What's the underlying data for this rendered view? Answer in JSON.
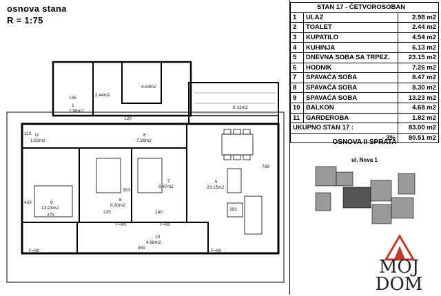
{
  "header": {
    "title": "osnova stana",
    "scale": "R = 1:75"
  },
  "table": {
    "heading": "STAN 17 - ČETVOROSOBAN",
    "rooms": [
      {
        "n": "1",
        "name": "ULAZ",
        "area": "2.98 m2"
      },
      {
        "n": "2",
        "name": "TOALET",
        "area": "2.44 m2"
      },
      {
        "n": "3",
        "name": "KUPATILO",
        "area": "4.54 m2"
      },
      {
        "n": "4",
        "name": "KUHINJA",
        "area": "6.13 m2"
      },
      {
        "n": "5",
        "name": "DNEVNA SOBA SA TRPEZ.",
        "area": "23.15 m2"
      },
      {
        "n": "6",
        "name": "HODNIK",
        "area": "7.26 m2"
      },
      {
        "n": "7",
        "name": "SPAVAĆA SOBA",
        "area": "8.47 m2"
      },
      {
        "n": "8",
        "name": "SPAVAĆA SOBA",
        "area": "8.30 m2"
      },
      {
        "n": "9",
        "name": "SPAVAĆA SOBA",
        "area": "13.23 m2"
      },
      {
        "n": "10",
        "name": "BALKON",
        "area": "4.68 m2"
      },
      {
        "n": "11",
        "name": "GARDEROBA",
        "area": "1.82 m2"
      }
    ],
    "total_label": "UKUPNO STAN 17 :",
    "total_area": "83.00 m2",
    "reduced_label": "- 3%",
    "reduced_area": "80.51 m2"
  },
  "keyplan": {
    "title": "OSNOVA II SPRATA",
    "street": "ul. Nova 1"
  },
  "logo": {
    "line1": "MOJ",
    "line2": "DOM",
    "accent": "#c0392b"
  },
  "plan_labels": {
    "r1_num": "1",
    "r1_area": "2.98m2",
    "r2_area": "2.44m2",
    "r3_area": "4.54m2",
    "r4_area": "6.13m2",
    "r5_num": "5",
    "r5_area": "23.15m2",
    "r6_num": "6",
    "r6_area": "7.26m2",
    "r7_num": "7",
    "r7_area": "8.47m2",
    "r8_num": "8",
    "r8_area": "8.30m2",
    "r9_num": "9",
    "r9_area": "13.23m2",
    "r10_num": "10",
    "r10_area": "4.68m2",
    "r11_num": "11",
    "r11_area": "1.82m2",
    "d_145": "145",
    "d_120": "120",
    "d_235": "235",
    "d_240": "240",
    "d_275": "275",
    "d_393": "393",
    "d_788": "788",
    "d_459": "459",
    "d_353": "353",
    "d_433": "433",
    "d_110": "110",
    "door_a": "F=90",
    "door_b": "F=90",
    "door_c": "F=90",
    "door_d": "F=90"
  }
}
